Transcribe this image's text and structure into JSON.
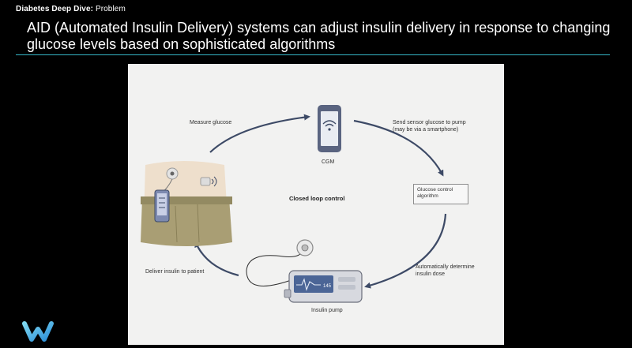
{
  "slide": {
    "kicker_bold": "Diabetes Deep Dive:",
    "kicker_rest": " Problem",
    "headline": "AID (Automated Insulin Delivery) systems can adjust insulin delivery in response to changing glucose levels based on sophisticated algorithms"
  },
  "diagram": {
    "center_label": "Closed loop control",
    "nodes": {
      "cgm": "CGM",
      "algorithm": "Glucose control algorithm",
      "pump": "Insulin pump"
    },
    "edges": {
      "measure": "Measure glucose",
      "send_line1": "Send sensor glucose to pump",
      "send_line2": "(may be via a smartphone)",
      "determine_line1": "Automatically determine",
      "determine_line2": "insulin dose",
      "deliver": "Deliver insulin to patient"
    },
    "pump_screen_value": "145"
  },
  "colors": {
    "accent": "#36b7c8",
    "arrow": "#3d4a66",
    "background": "#000000",
    "panel": "#f2f2f1",
    "brand": "#2bb3d9"
  }
}
